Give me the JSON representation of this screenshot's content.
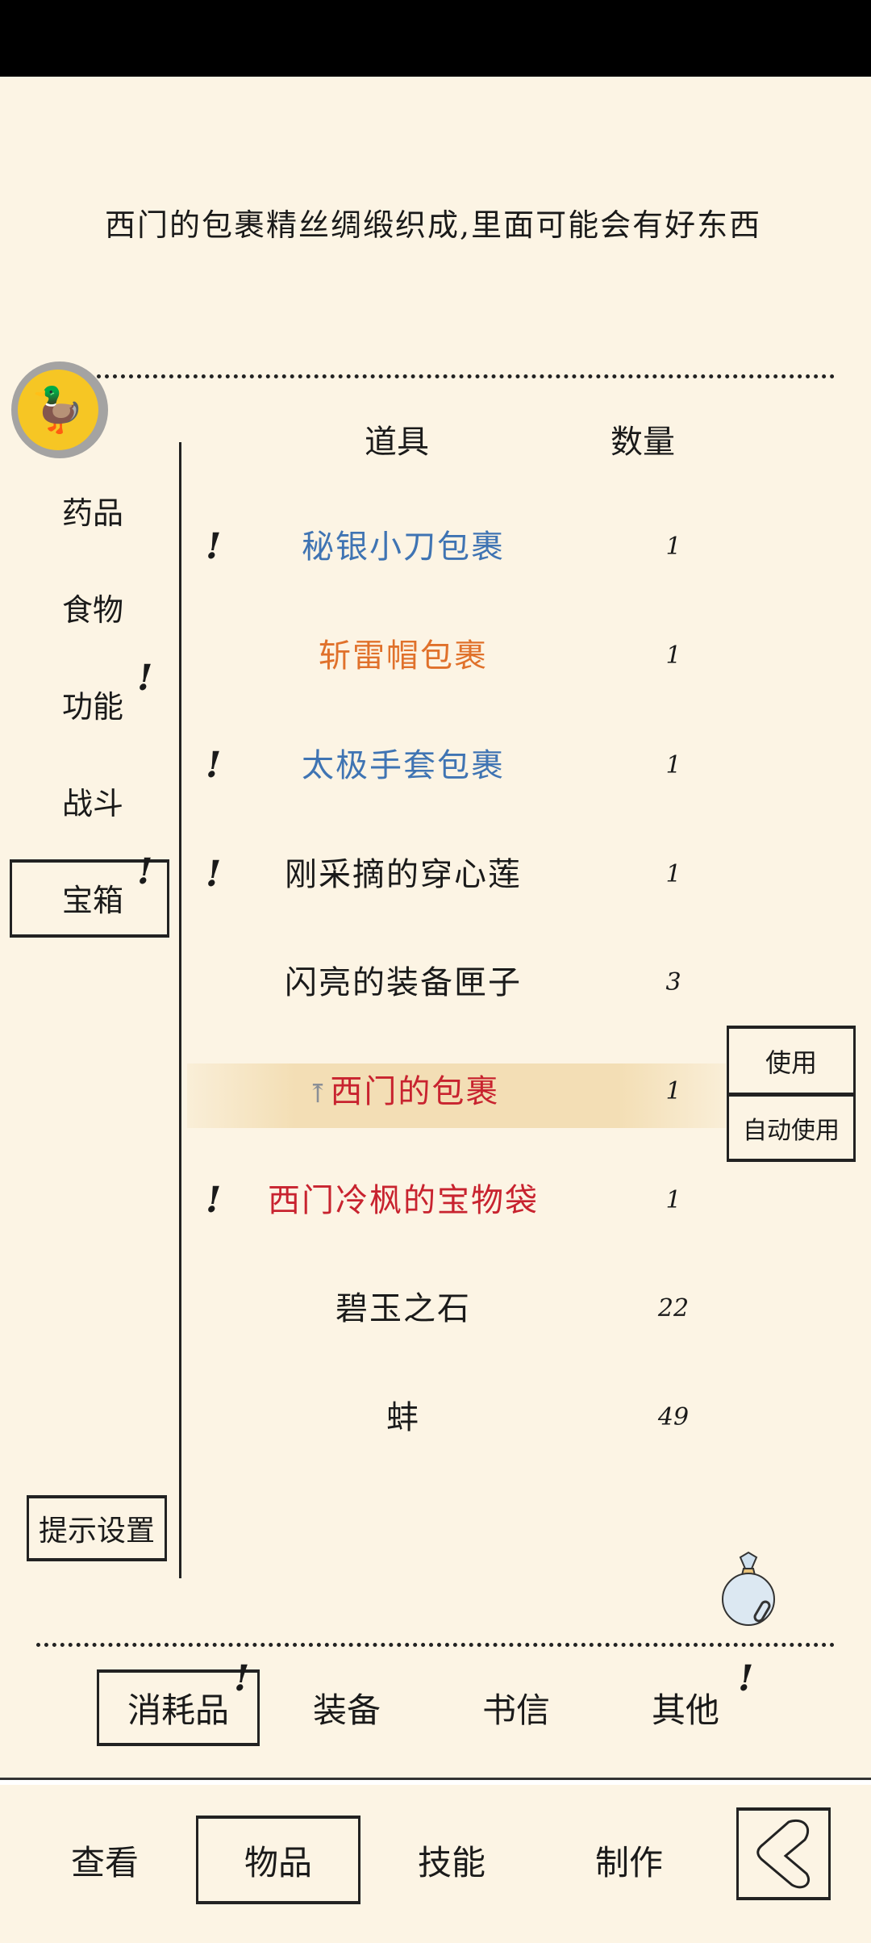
{
  "description": "西门的包裹精丝绸缎织成,里面可能会有好东西",
  "table": {
    "col_item": "道具",
    "col_qty": "数量"
  },
  "sidebar": {
    "items": [
      {
        "label": "药品",
        "alert": false
      },
      {
        "label": "食物",
        "alert": false
      },
      {
        "label": "功能",
        "alert": true
      },
      {
        "label": "战斗",
        "alert": false
      },
      {
        "label": "宝箱",
        "alert": true,
        "selected": true
      }
    ],
    "hint_settings": "提示设置"
  },
  "items": [
    {
      "name": "秘银小刀包裹",
      "qty": "1",
      "color": "#3f74b3",
      "alert": true
    },
    {
      "name": "斩雷帽包裹",
      "qty": "1",
      "color": "#e0712b",
      "alert": false
    },
    {
      "name": "太极手套包裹",
      "qty": "1",
      "color": "#3f74b3",
      "alert": true
    },
    {
      "name": "刚采摘的穿心莲",
      "qty": "1",
      "color": "#1a1a1a",
      "alert": true
    },
    {
      "name": "闪亮的装备匣子",
      "qty": "3",
      "color": "#1a1a1a",
      "alert": false
    },
    {
      "name": "西门的包裹",
      "qty": "1",
      "color": "#c8232f",
      "alert": false,
      "selected": true,
      "pinned": true
    },
    {
      "name": "西门冷枫的宝物袋",
      "qty": "1",
      "color": "#c8232f",
      "alert": true
    },
    {
      "name": "碧玉之石",
      "qty": "22",
      "color": "#1a1a1a",
      "alert": false
    },
    {
      "name": "蚌",
      "qty": "49",
      "color": "#1a1a1a",
      "alert": false
    }
  ],
  "actions": {
    "use": "使用",
    "auto_use": "自动使用"
  },
  "category_tabs": [
    {
      "label": "消耗品",
      "alert": true,
      "selected": true
    },
    {
      "label": "装备",
      "alert": false
    },
    {
      "label": "书信",
      "alert": false
    },
    {
      "label": "其他",
      "alert": true
    }
  ],
  "bottom_nav": [
    {
      "label": "查看"
    },
    {
      "label": "物品",
      "selected": true
    },
    {
      "label": "技能"
    },
    {
      "label": "制作"
    }
  ],
  "alert_mark": "!"
}
